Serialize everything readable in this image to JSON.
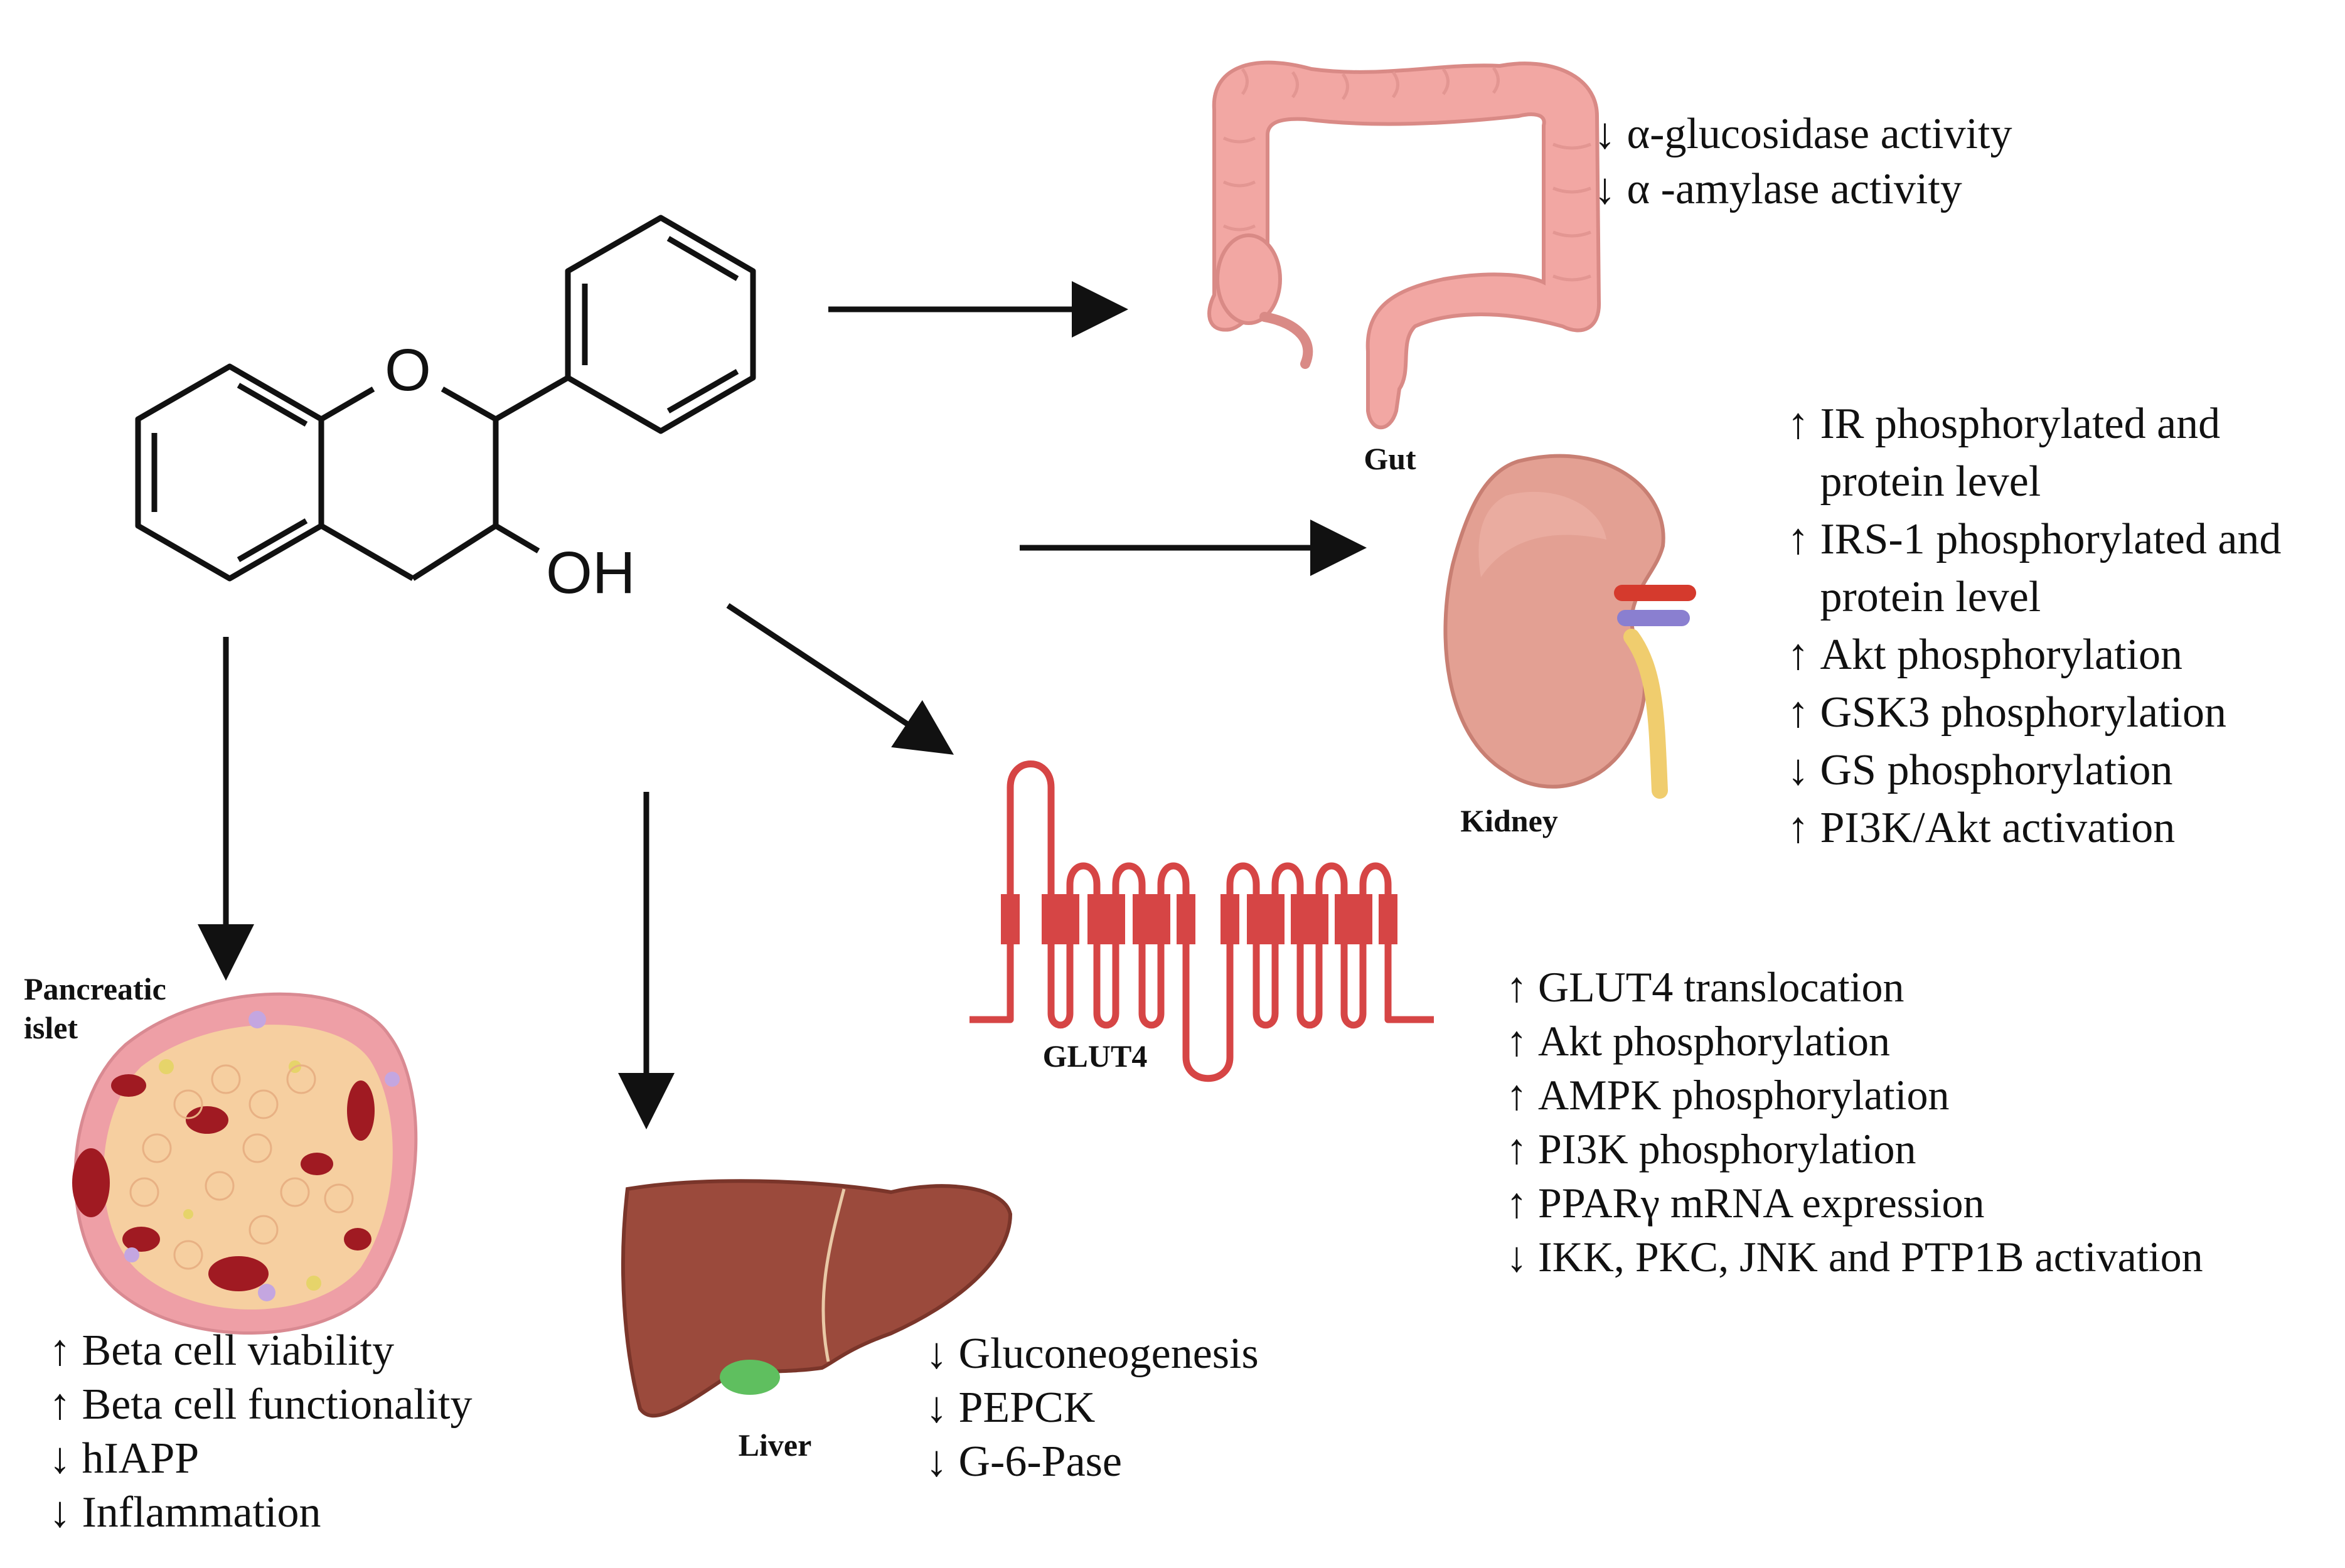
{
  "molecule": {
    "ring_oxygen": "O",
    "hydroxyl": "OH"
  },
  "organs": {
    "gut": {
      "label": "Gut"
    },
    "kidney": {
      "label": "Kidney"
    },
    "glut4": {
      "label": "GLUT4"
    },
    "pancreas": {
      "label": "Pancreatic islet"
    },
    "liver": {
      "label": "Liver"
    }
  },
  "effects": {
    "gut": [
      {
        "arrow": "↓",
        "text": "α-glucosidase  activity"
      },
      {
        "arrow": "↓",
        "text": "α -amylase activity"
      }
    ],
    "kidney": [
      {
        "arrow": "↑",
        "text": "IR phosphorylated and protein level"
      },
      {
        "arrow": "↑",
        "text": "IRS-1 phosphorylated and protein level"
      },
      {
        "arrow": "↑",
        "text": "Akt phosphorylation"
      },
      {
        "arrow": "↑",
        "text": "GSK3 phosphorylation"
      },
      {
        "arrow": "↓",
        "text": "GS phosphorylation"
      },
      {
        "arrow": "↑",
        "text": "PI3K/Akt activation"
      }
    ],
    "glut4": [
      {
        "arrow": "↑",
        "text": "GLUT4 translocation"
      },
      {
        "arrow": "↑",
        "text": "Akt phosphorylation"
      },
      {
        "arrow": "↑",
        "text": "AMPK phosphorylation"
      },
      {
        "arrow": "↑",
        "text": "PI3K phosphorylation"
      },
      {
        "arrow": "↑",
        "text": "PPARγ mRNA expression"
      },
      {
        "arrow": "↓",
        "text": "IKK, PKC, JNK and PTP1B activation"
      }
    ],
    "pancreas": [
      {
        "arrow": "↑",
        "text": "Beta cell viability"
      },
      {
        "arrow": "↑",
        "text": "Beta cell functionality"
      },
      {
        "arrow": "↓",
        "text": "hIAPP"
      },
      {
        "arrow": "↓",
        "text": "Inflammation"
      }
    ],
    "liver": [
      {
        "arrow": "↓",
        "text": "Gluconeogenesis"
      },
      {
        "arrow": "↓",
        "text": "PEPCK"
      },
      {
        "arrow": "↓",
        "text": "G-6-Pase"
      }
    ]
  },
  "colors": {
    "gut": "#f2a7a3",
    "gut_dark": "#d98a86",
    "kidney": "#e3a093",
    "kidney_dark": "#c87f73",
    "glut4": "#d64545",
    "islet_fill": "#f6cfa0",
    "islet_rim": "#ee9fa6",
    "islet_blood": "#a01a22",
    "liver": "#9b4a3c",
    "liver_dark": "#7a352a",
    "gallbladder": "#5fbf5f",
    "arrow": "#111111"
  }
}
